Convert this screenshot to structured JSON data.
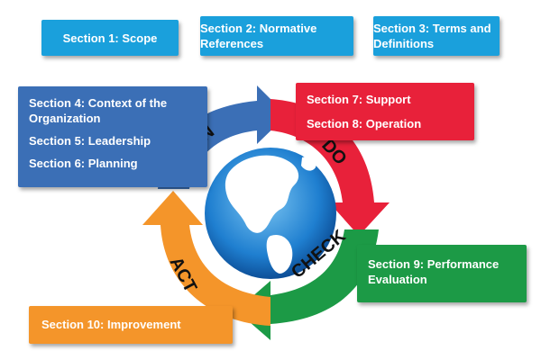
{
  "top_sections": [
    {
      "label": "Section 1: Scope"
    },
    {
      "label": "Section 2: Normative References"
    },
    {
      "label": "Section 3: Terms and Definitions"
    }
  ],
  "plan": {
    "label": "PLAN",
    "color": "#3b6fb6",
    "sections": [
      "Section 4: Context of the Organization",
      "Section 5: Leadership",
      "Section 6: Planning"
    ]
  },
  "do": {
    "label": "DO",
    "color": "#e8213a",
    "sections": [
      "Section 7: Support",
      "Section 8: Operation"
    ]
  },
  "check": {
    "label": "CHECK",
    "color": "#1c9a46",
    "sections": [
      "Section 9: Performance Evaluation"
    ]
  },
  "act": {
    "label": "ACT",
    "color": "#f4952a",
    "sections": [
      "Section 10: Improvement"
    ]
  },
  "globe_icon": "globe-icon"
}
